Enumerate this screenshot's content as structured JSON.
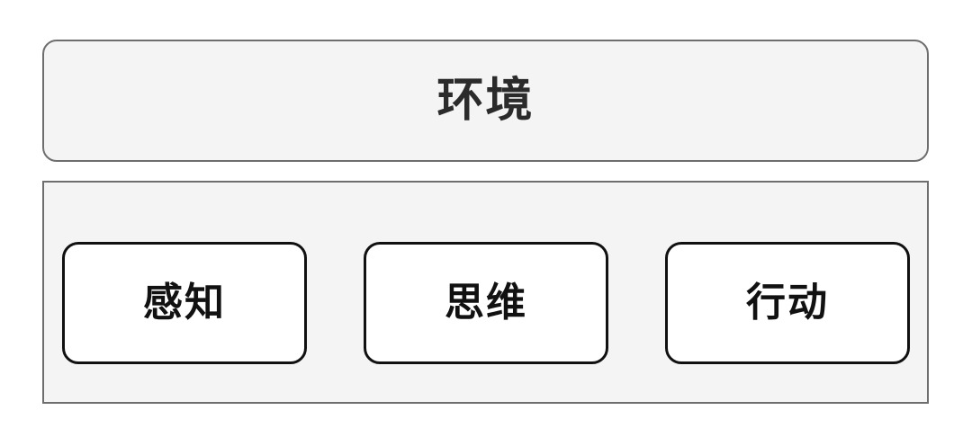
{
  "diagram": {
    "environment": {
      "label": "环境"
    },
    "agent_boxes": [
      {
        "id": "perception",
        "label": "感知"
      },
      {
        "id": "thinking",
        "label": "思维"
      },
      {
        "id": "action",
        "label": "行动"
      }
    ]
  },
  "colors": {
    "container_fill": "#f4f4f4",
    "container_border": "#6e6e6e",
    "inner_box_fill": "#ffffff",
    "inner_box_border": "#111111",
    "text": "#2b2b2b",
    "page_background": "#ffffff"
  }
}
